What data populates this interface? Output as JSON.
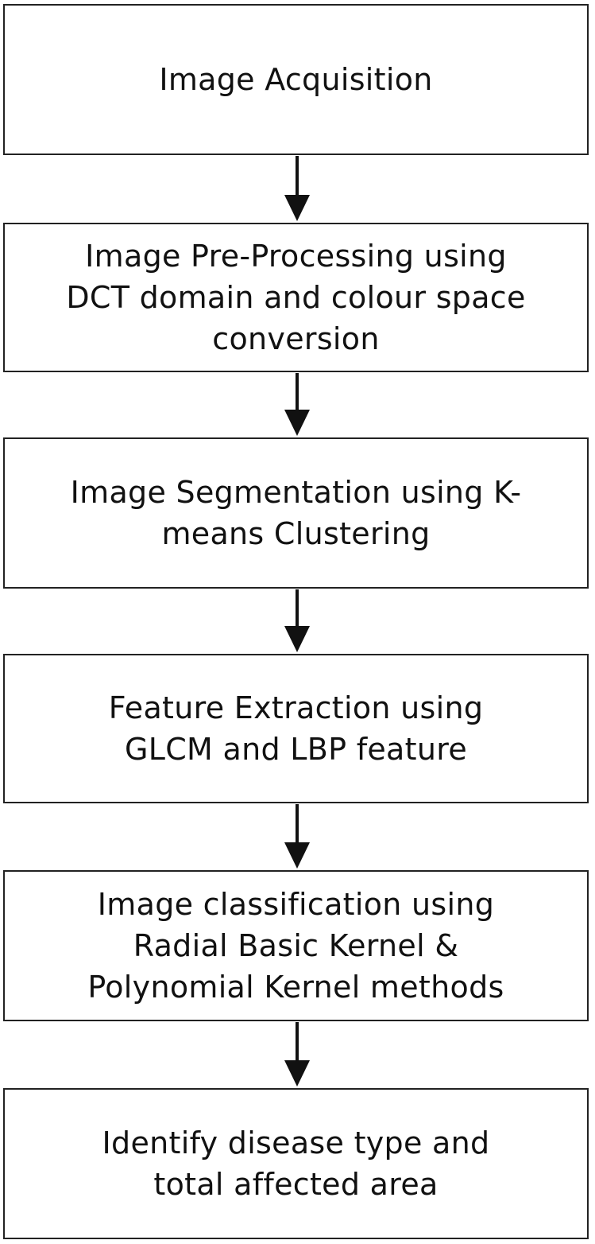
{
  "flowchart": {
    "steps": [
      {
        "label": "Image Acquisition"
      },
      {
        "label": "Image Pre-Processing using\nDCT domain and colour space\nconversion"
      },
      {
        "label": "Image Segmentation using K-\nmeans Clustering"
      },
      {
        "label": "Feature Extraction using\nGLCM and LBP feature"
      },
      {
        "label": "Image classification using\nRadial Basic Kernel &\nPolynomial Kernel methods"
      },
      {
        "label": "Identify disease type and\ntotal affected area"
      }
    ]
  },
  "colors": {
    "border": "#222222",
    "arrow": "#111111",
    "background": "#ffffff"
  }
}
